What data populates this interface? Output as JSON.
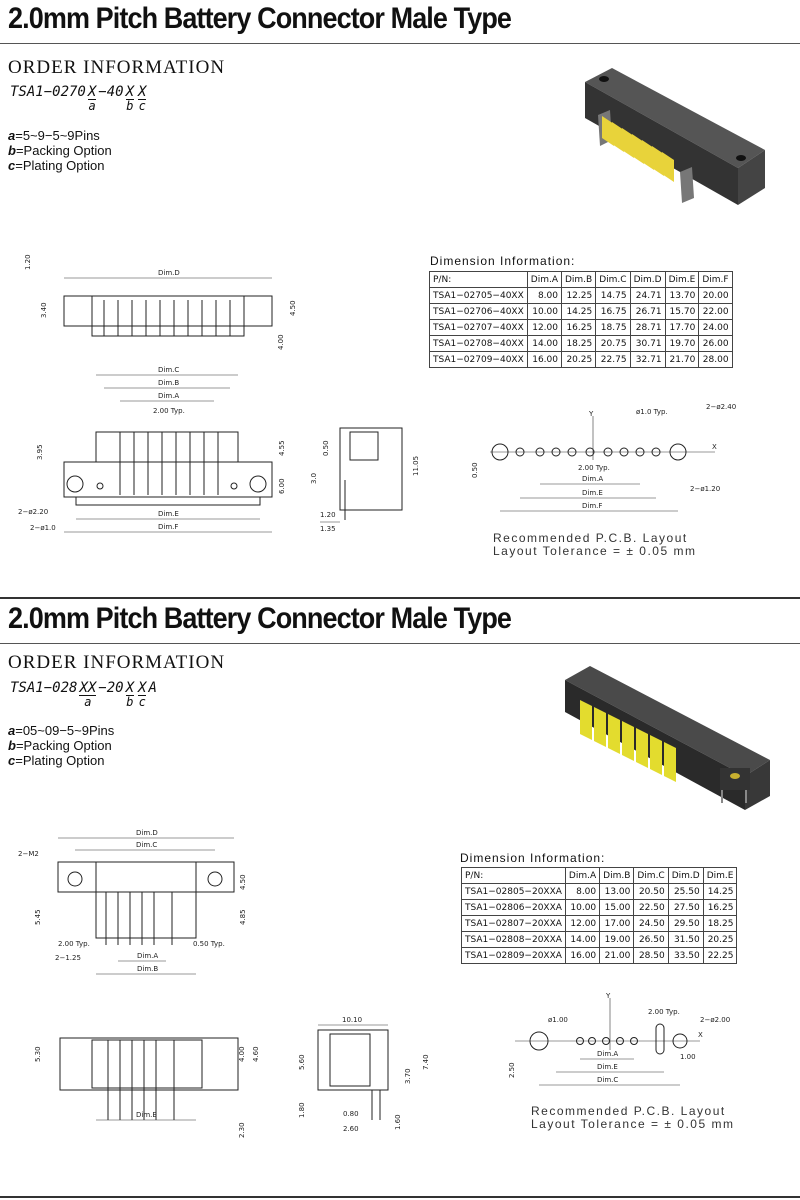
{
  "sections": [
    {
      "title": "2.0mm Pitch Battery Connector Male Type",
      "order_heading": "ORDER INFORMATION",
      "code": {
        "prefix": "TSA1−0270",
        "a_top": "X",
        "a_bot": "a",
        "mid": "−40",
        "b_top": "X",
        "b_bot": "b",
        "c_top": "X",
        "c_bot": "c",
        "suffix": ""
      },
      "options": [
        {
          "key": "a",
          "text": "=5~9−5~9Pins"
        },
        {
          "key": "b",
          "text": "=Packing  Option"
        },
        {
          "key": "c",
          "text": "=Plating  Option"
        }
      ],
      "dim_title": "Dimension  Information:",
      "table": {
        "headers": [
          "P/N:",
          "Dim.A",
          "Dim.B",
          "Dim.C",
          "Dim.D",
          "Dim.E",
          "Dim.F"
        ],
        "rows": [
          [
            "TSA1−02705−40XX",
            "8.00",
            "12.25",
            "14.75",
            "24.71",
            "13.70",
            "20.00"
          ],
          [
            "TSA1−02706−40XX",
            "10.00",
            "14.25",
            "16.75",
            "26.71",
            "15.70",
            "22.00"
          ],
          [
            "TSA1−02707−40XX",
            "12.00",
            "16.25",
            "18.75",
            "28.71",
            "17.70",
            "24.00"
          ],
          [
            "TSA1−02708−40XX",
            "14.00",
            "18.25",
            "20.75",
            "30.71",
            "19.70",
            "26.00"
          ],
          [
            "TSA1−02709−40XX",
            "16.00",
            "20.25",
            "22.75",
            "32.71",
            "21.70",
            "28.00"
          ]
        ]
      },
      "pcb_note_1": "Recommended    P.C.B.  Layout",
      "pcb_note_2": "Layout  Tolerance  =  ±  0.05  mm",
      "labels": {
        "dimD": "Dim.D",
        "dimC": "Dim.C",
        "dimB": "Dim.B",
        "dimA": "Dim.A",
        "dimE": "Dim.E",
        "dimF": "Dim.F",
        "typ": "2.00 Typ.",
        "d120": "1.20",
        "d340": "3.40",
        "d450": "4.50",
        "d400": "4.00",
        "d395": "3.95",
        "d455": "4.55",
        "d600": "6.00",
        "d050": "0.50",
        "d30": "3.0",
        "d1105": "11.05",
        "d135": "1.35",
        "holeA": "2−ø2.20",
        "holeB": "2−ø1.0",
        "pcb_hole1": "ø1.0  Typ.",
        "pcb_hole2": "2−ø2.40",
        "pcb_hole3": "2−ø1.20",
        "pcb_typ": "2.00  Typ.",
        "axis_x": "X",
        "axis_y": "Y"
      },
      "colors": {
        "body": "#3a3a3a",
        "contact": "#e8d33a"
      }
    },
    {
      "title": "2.0mm Pitch Battery Connector Male Type",
      "order_heading": "ORDER INFORMATION",
      "code": {
        "prefix": "TSA1−028",
        "a_top": "XX",
        "a_bot": "a",
        "mid": "−20",
        "b_top": "X",
        "b_bot": "b",
        "c_top": "X",
        "c_bot": "c",
        "suffix": "A"
      },
      "options": [
        {
          "key": "a",
          "text": "=05~09−5~9Pins"
        },
        {
          "key": "b",
          "text": "=Packing  Option"
        },
        {
          "key": "c",
          "text": "=Plating  Option"
        }
      ],
      "dim_title": "Dimension  Information:",
      "table": {
        "headers": [
          "P/N:",
          "Dim.A",
          "Dim.B",
          "Dim.C",
          "Dim.D",
          "Dim.E"
        ],
        "rows": [
          [
            "TSA1−02805−20XXA",
            "8.00",
            "13.00",
            "20.50",
            "25.50",
            "14.25"
          ],
          [
            "TSA1−02806−20XXA",
            "10.00",
            "15.00",
            "22.50",
            "27.50",
            "16.25"
          ],
          [
            "TSA1−02807−20XXA",
            "12.00",
            "17.00",
            "24.50",
            "29.50",
            "18.25"
          ],
          [
            "TSA1−02808−20XXA",
            "14.00",
            "19.00",
            "26.50",
            "31.50",
            "20.25"
          ],
          [
            "TSA1−02809−20XXA",
            "16.00",
            "21.00",
            "28.50",
            "33.50",
            "22.25"
          ]
        ]
      },
      "pcb_note_1": "Recommended    P.C.B.  Layout",
      "pcb_note_2": "Layout  Tolerance  =  ±  0.05  mm",
      "labels": {
        "dimD": "Dim.D",
        "dimC": "Dim.C",
        "dimA": "Dim.A",
        "dimB": "Dim.B",
        "dimE": "Dim.E",
        "m2": "2−M2",
        "typ": "2.00 Typ.",
        "t125": "2−1.25",
        "t050": "0.50 Typ.",
        "d545": "5.45",
        "d450": "4.50",
        "d485": "4.85",
        "d530": "5.30",
        "d400": "4.00",
        "d460": "4.60",
        "d230": "2.30",
        "d1010": "10.10",
        "d560": "5.60",
        "d180": "1.80",
        "d370": "3.70",
        "d740": "7.40",
        "d080": "0.80",
        "d260": "2.60",
        "d160": "1.60",
        "pcb_hole1": "ø1.00",
        "pcb_typ": "2.00  Typ.",
        "pcb_hole2": "2−ø2.00",
        "d250": "2.50",
        "d100": "1.00",
        "axis_x": "X",
        "axis_y": "Y"
      },
      "colors": {
        "body": "#2e2e2e",
        "contact": "#e3dc2e"
      }
    }
  ]
}
